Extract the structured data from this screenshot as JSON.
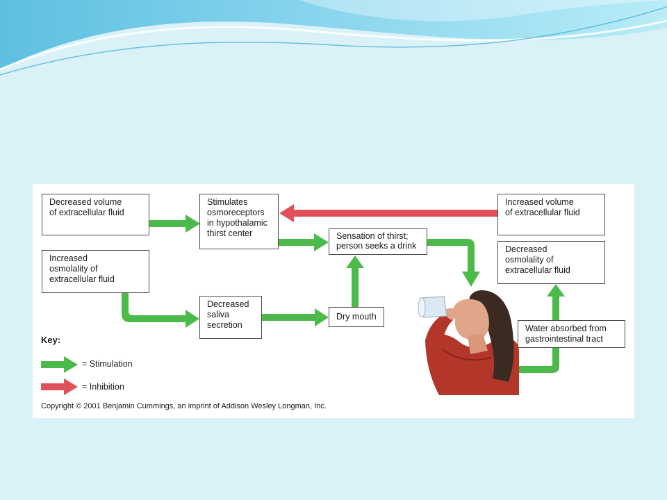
{
  "boxes": {
    "decreased_volume": "Decreased volume\nof extracellular fluid",
    "increased_osmolality": "Increased\nosmolality of\nextracellular fluid",
    "stimulates_osmoreceptors": "Stimulates\nosmoreceptors\nin hypothalamic\nthirst center",
    "decreased_saliva": "Decreased\nsaliva\nsecretion",
    "sensation_of_thirst": "Sensation of thirst;\nperson seeks a drink",
    "dry_mouth": "Dry mouth",
    "increased_volume": "Increased volume\nof extracellular fluid",
    "decreased_osmolality": "Decreased\nosmolality of\nextracellular fluid",
    "water_absorbed": "Water absorbed from\ngastrointestinal tract"
  },
  "key": {
    "title": "Key:",
    "stimulation_label": "= Stimulation",
    "inhibition_label": "= Inhibition"
  },
  "copyright": "Copyright © 2001 Benjamin Cummings, an imprint of Addison Wesley Longman, Inc.",
  "colors": {
    "stimulation": "#4cba4a",
    "inhibition": "#e0505a",
    "background": "#daf2f7",
    "header_wave": "#6cc7e3"
  }
}
